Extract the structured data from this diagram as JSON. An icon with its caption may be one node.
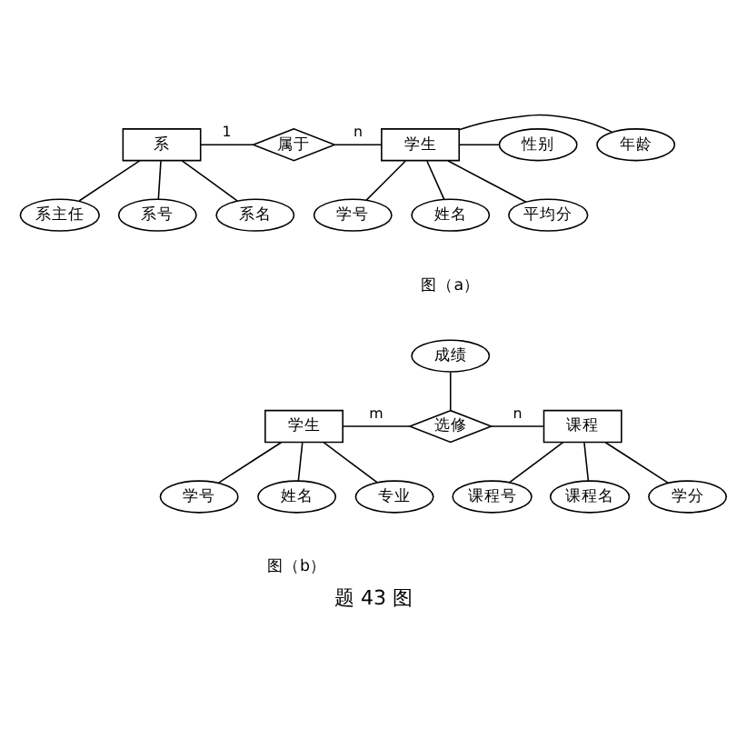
{
  "diagram": {
    "caption": "题 43 图",
    "nodes": [
      {
        "text": [
          "系"
        ]
      },
      {
        "text": [
          "属于"
        ]
      },
      {
        "text": [
          "学生"
        ]
      },
      {
        "text": [
          "年龄"
        ]
      },
      {
        "text": [
          "性别"
        ]
      },
      {
        "text": [
          "系主任"
        ]
      },
      {
        "text": [
          "系号"
        ]
      },
      {
        "text": [
          "系名"
        ]
      },
      {
        "text": [
          "学号"
        ]
      },
      {
        "text": [
          "姓名"
        ]
      },
      {
        "text": [
          "平均分"
        ]
      },
      {
        "text": [
          "成绩"
        ]
      },
      {
        "text": [
          "学生"
        ]
      },
      {
        "text": [
          "选修"
        ]
      },
      {
        "text": [
          "课程"
        ]
      },
      {
        "text": [
          "学号"
        ]
      },
      {
        "text": [
          "姓名"
        ]
      },
      {
        "text": [
          "专业"
        ]
      },
      {
        "text": [
          "课程号"
        ]
      },
      {
        "text": [
          "课程名"
        ]
      },
      {
        "text": [
          "学分"
        ]
      }
    ],
    "edges": [
      {
        "from": 0,
        "to": 1,
        "arrow": "none",
        "label": "1"
      },
      {
        "from": 1,
        "to": 2,
        "arrow": "none",
        "label": "n"
      },
      {
        "from": 2,
        "to": 3,
        "arrow": "none"
      },
      {
        "from": 2,
        "to": 4,
        "arrow": "none"
      },
      {
        "from": 0,
        "to": 5,
        "arrow": "none"
      },
      {
        "from": 0,
        "to": 6,
        "arrow": "none"
      },
      {
        "from": 0,
        "to": 7,
        "arrow": "none"
      },
      {
        "from": 2,
        "to": 8,
        "arrow": "none"
      },
      {
        "from": 2,
        "to": 9,
        "arrow": "none"
      },
      {
        "from": 2,
        "to": 10,
        "arrow": "none"
      },
      {
        "from": 11,
        "to": 13,
        "arrow": "none"
      },
      {
        "from": 12,
        "to": 13,
        "arrow": "none",
        "label": "m"
      },
      {
        "from": 13,
        "to": 14,
        "arrow": "none",
        "label": "n"
      },
      {
        "from": 12,
        "to": 15,
        "arrow": "none"
      },
      {
        "from": 12,
        "to": 16,
        "arrow": "none"
      },
      {
        "from": 12,
        "to": 17,
        "arrow": "none"
      },
      {
        "from": 14,
        "to": 18,
        "arrow": "none"
      },
      {
        "from": 14,
        "to": 19,
        "arrow": "none"
      },
      {
        "from": 14,
        "to": 20,
        "arrow": "none"
      }
    ],
    "labels": [
      "图（a）",
      "图（b）"
    ]
  }
}
